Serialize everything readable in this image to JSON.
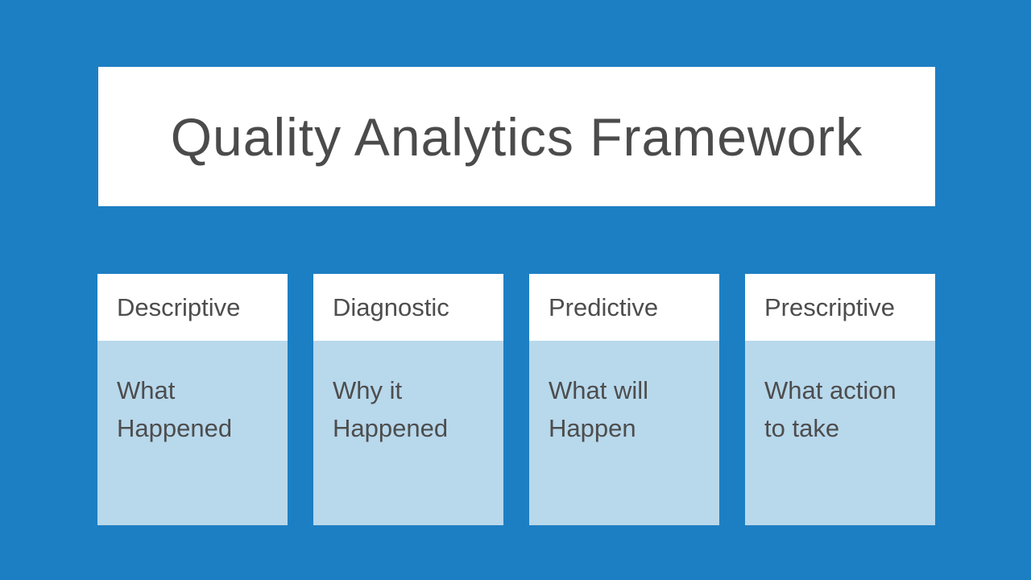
{
  "slide": {
    "title": "Quality Analytics Framework",
    "colors": {
      "background": "#1d7fc3",
      "title_box_bg": "#ffffff",
      "card_header_bg": "#ffffff",
      "card_body_bg": "#b8d8ec",
      "text": "#4d4d4d"
    },
    "cards": [
      {
        "label": "Descriptive",
        "description": "What Happened"
      },
      {
        "label": "Diagnostic",
        "description": "Why it Happened"
      },
      {
        "label": "Predictive",
        "description": "What will Happen"
      },
      {
        "label": "Prescriptive",
        "description": "What action to take"
      }
    ]
  }
}
